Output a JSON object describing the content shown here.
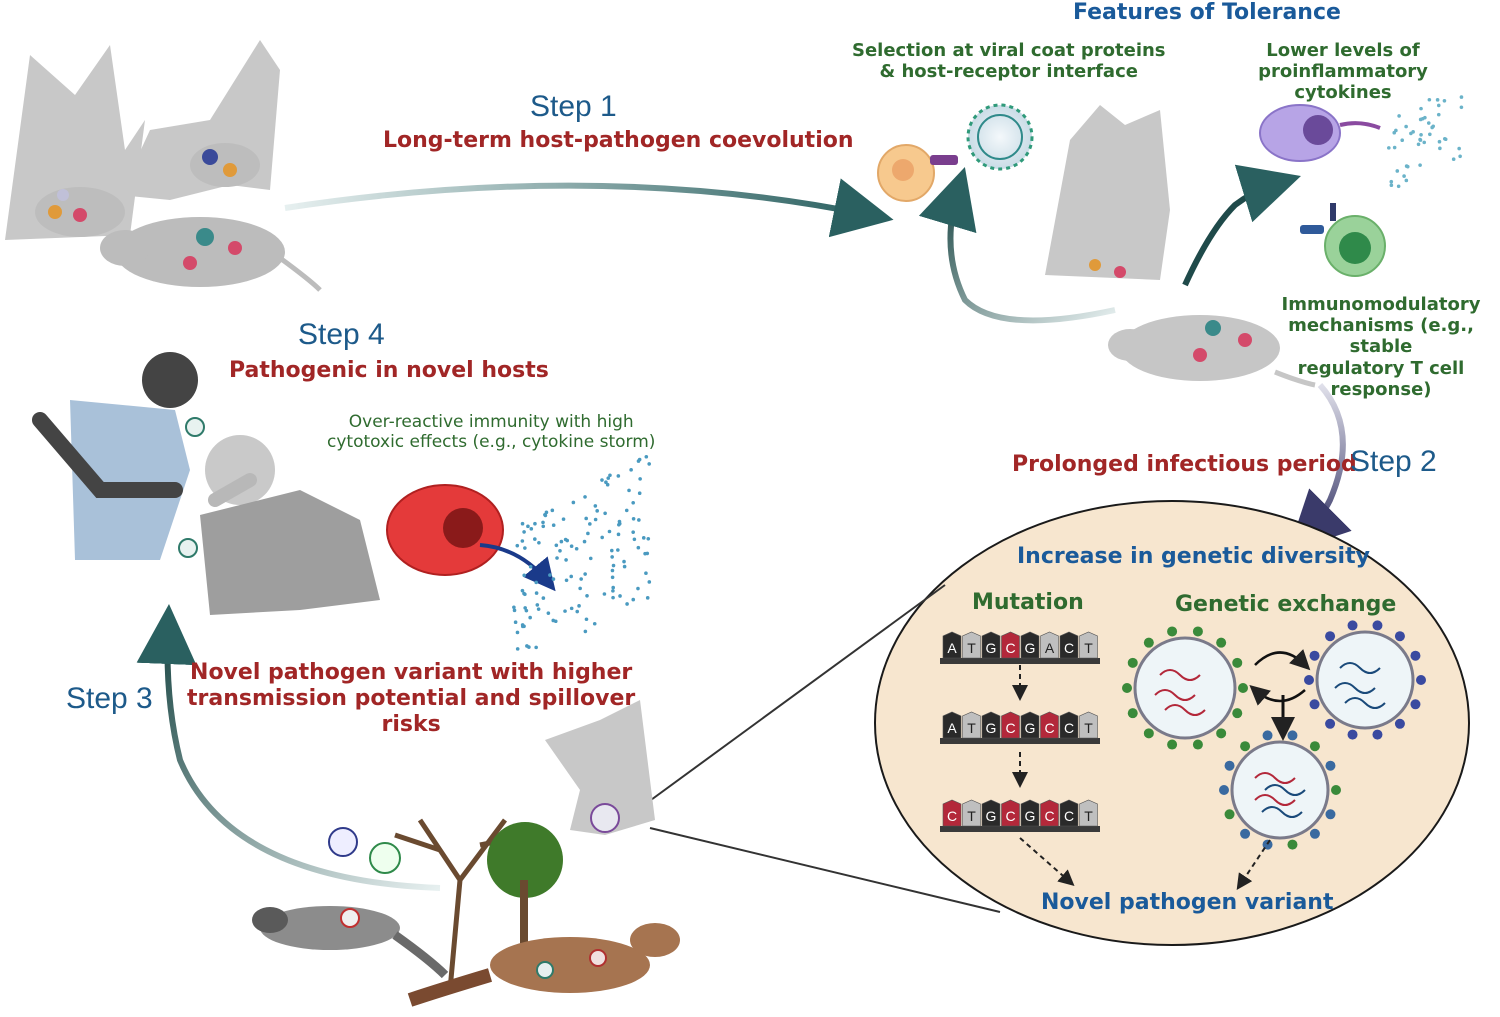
{
  "step1": {
    "label": "Step 1",
    "title": "Long-term host-pathogen coevolution"
  },
  "tolerance": {
    "title": "Features of Tolerance",
    "selection": "Selection at viral coat proteins\n& host-receptor interface",
    "cytokines": "Lower levels of proinflammatory\ncytokines",
    "immuno": "Immunomodulatory\nmechanisms (e.g., stable\nregulatory T cell\nresponse)"
  },
  "step2": {
    "label": "Step 2",
    "title": "Prolonged infectious period"
  },
  "diversity": {
    "title": "Increase in genetic diversity",
    "mutation": "Mutation",
    "exchange": "Genetic exchange",
    "result": "Novel pathogen variant",
    "seq1": [
      "A",
      "T",
      "G",
      "C",
      "G",
      "A",
      "C",
      "T"
    ],
    "seq2": [
      "A",
      "T",
      "G",
      "C",
      "G",
      "C",
      "C",
      "T"
    ],
    "seq3": [
      "C",
      "T",
      "G",
      "C",
      "G",
      "C",
      "C",
      "T"
    ]
  },
  "step3": {
    "label": "Step 3",
    "title": "Novel pathogen variant with higher\ntransmission potential and  spillover\nrisks"
  },
  "step4": {
    "label": "Step 4",
    "title": "Pathogenic in novel hosts",
    "immunity": "Over-reactive immunity with high\ncytotoxic effects (e.g., cytokine storm)"
  },
  "colors": {
    "step": "#1d5a8a",
    "red": "#a12626",
    "green": "#2f6b2f",
    "blue": "#1a5a9a",
    "arrow": "#2a6060",
    "zoom_fill": "#f7e6cf",
    "mutant": "#b3283a"
  }
}
